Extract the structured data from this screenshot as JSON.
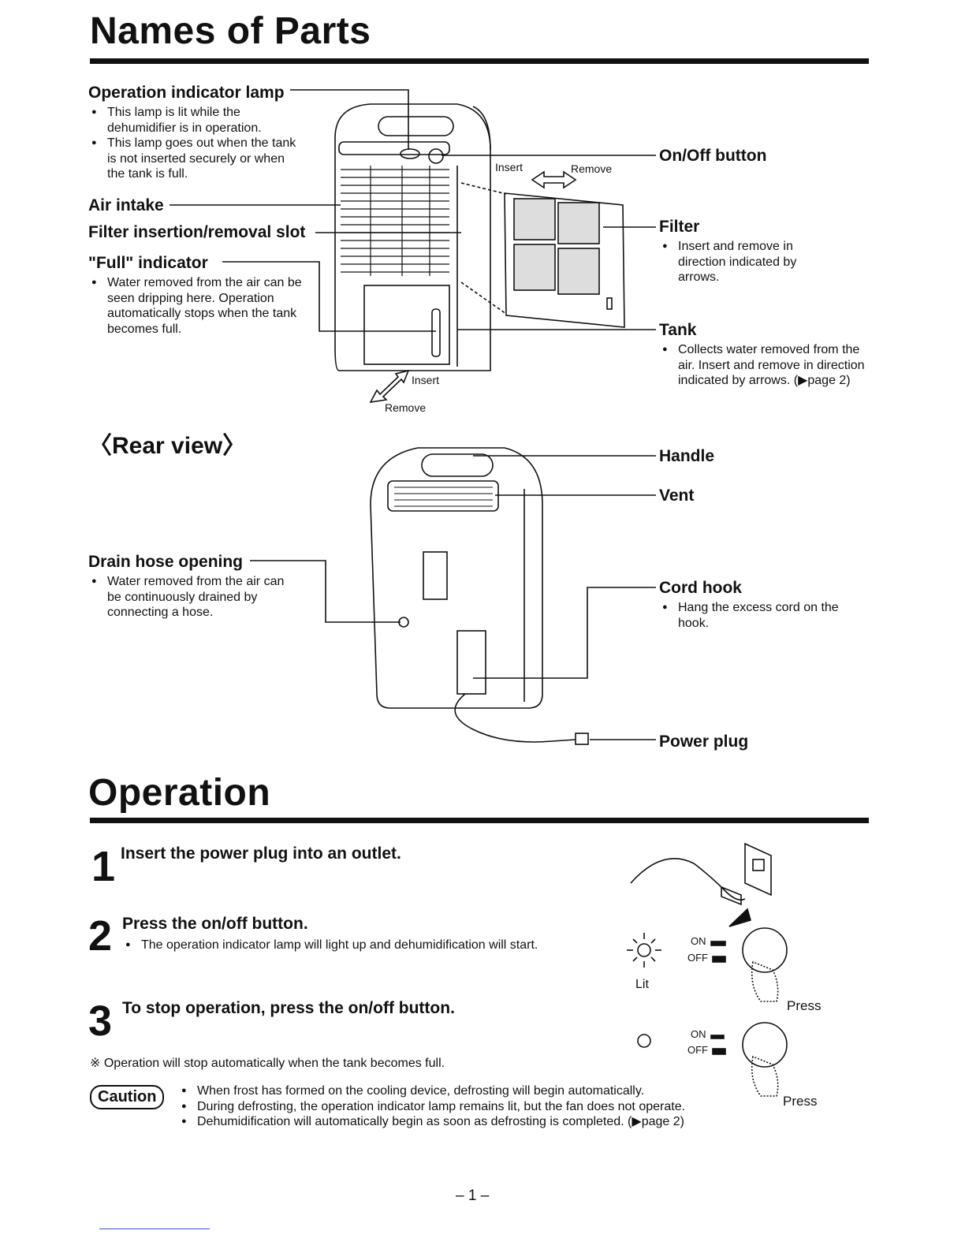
{
  "names_section": {
    "title": "Names of Parts",
    "operation_indicator": {
      "label": "Operation indicator lamp",
      "bullets": [
        "This lamp is lit while the dehumidifier is in operation.",
        "This lamp goes out when the tank is not inserted securely or when the tank is full."
      ]
    },
    "air_intake": "Air intake",
    "filter_slot": "Filter insertion/removal slot",
    "full_indicator": {
      "label": "\"Full\" indicator",
      "bullets": [
        "Water removed from the air can be seen dripping here. Operation automatically stops when the tank becomes full."
      ]
    },
    "onoff_button": "On/Off button",
    "filter": {
      "label": "Filter",
      "bullets": [
        "Insert and remove in direction indicated by arrows."
      ]
    },
    "tank": {
      "label": "Tank",
      "bullets": [
        "Collects water removed from the air. Insert and remove in direction indicated by arrows. (▶page 2)"
      ]
    },
    "diagram_labels": {
      "filter_insert": "Insert",
      "filter_remove": "Remove",
      "tank_insert": "Insert",
      "tank_remove": "Remove"
    }
  },
  "rear_view": {
    "title": "〈Rear view〉",
    "handle": "Handle",
    "vent": "Vent",
    "drain_hose": {
      "label": "Drain hose opening",
      "bullets": [
        "Water removed from the air can be continuously drained by connecting a hose."
      ]
    },
    "cord_hook": {
      "label": "Cord hook",
      "bullets": [
        "Hang the excess cord on the hook."
      ]
    },
    "power_plug": "Power plug"
  },
  "operation_section": {
    "title": "Operation",
    "steps": [
      {
        "num": "1",
        "title": "Insert the power plug into an outlet."
      },
      {
        "num": "2",
        "title": "Press the on/off button.",
        "bullets": [
          "The operation indicator lamp will light up and dehumidification will start."
        ]
      },
      {
        "num": "3",
        "title": "To stop operation, press the on/off button."
      }
    ],
    "note": "※ Operation will stop automatically when the tank becomes full.",
    "caution_label": "Caution",
    "caution_bullets": [
      "When frost has formed on the cooling device, defrosting will begin automatically.",
      "During defrosting, the operation indicator lamp remains lit, but the fan does not operate.",
      "Dehumidification will automatically begin as soon as defrosting is completed. (▶page 2)"
    ],
    "illustration": {
      "lit": "Lit",
      "on": "ON",
      "off": "OFF",
      "press_1": "Press",
      "press_2": "Press"
    }
  },
  "page_number": "– 1 –"
}
